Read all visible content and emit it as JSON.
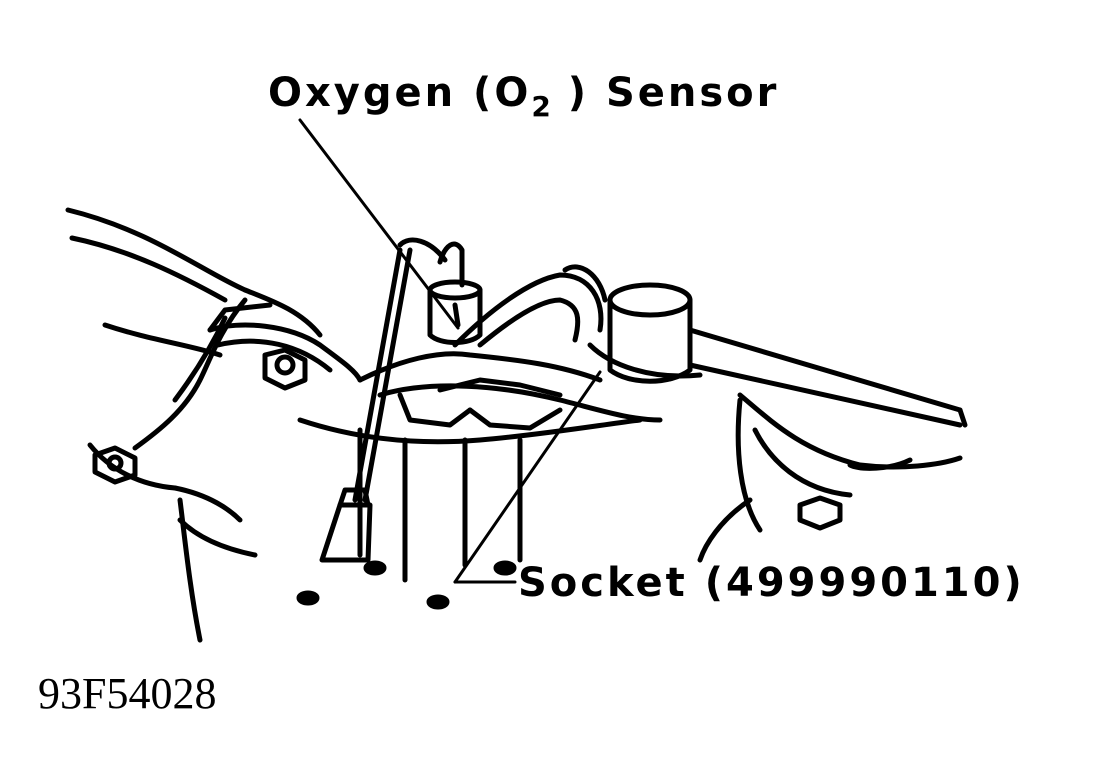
{
  "labels": {
    "oxygen_sensor_prefix": "Oxygen (O",
    "oxygen_sensor_subscript": "2",
    "oxygen_sensor_suffix": " ) Sensor",
    "socket": "Socket (499990110)"
  },
  "figure_id": "93F54028",
  "colors": {
    "ink": "#000000",
    "paper": "#ffffff"
  }
}
